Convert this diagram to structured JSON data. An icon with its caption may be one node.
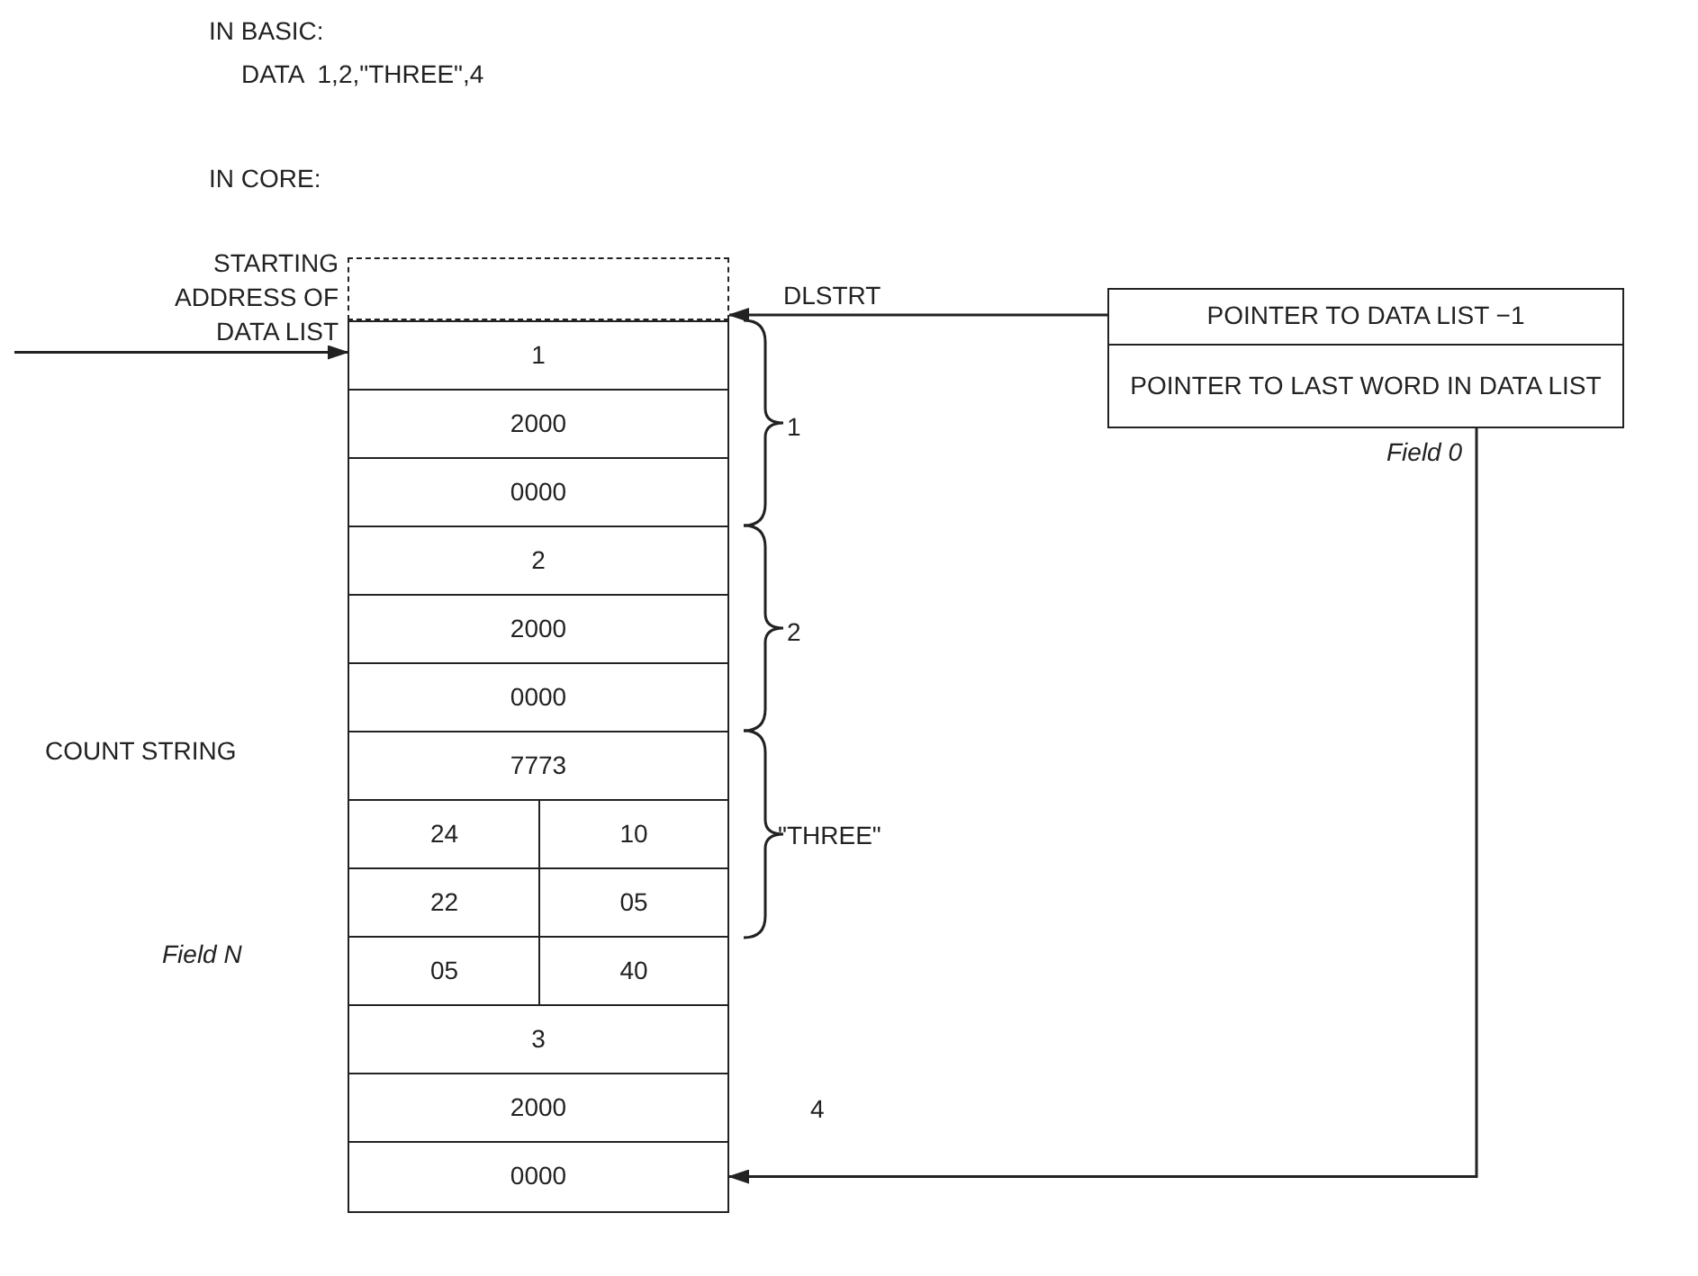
{
  "diagram": {
    "nodes": [
      {
        "text": [],
        "shape": "box"
      },
      {
        "text": [
          "POINTER TO DATA LIST −1"
        ]
      },
      {
        "text": [
          "POINTER TO LAST WORD IN DATA LIST"
        ],
        "beside": [
          "Field 0"
        ]
      },
      {
        "text": [
          "1"
        ]
      },
      {
        "text": [
          "2000"
        ]
      },
      {
        "text": [
          "0000"
        ]
      },
      {
        "text": [
          "2"
        ]
      },
      {
        "text": [
          "2000"
        ]
      },
      {
        "text": [
          "0000"
        ]
      },
      {
        "text": [
          "7773"
        ]
      },
      {
        "text": [
          "24"
        ]
      },
      {
        "text": [
          "10"
        ]
      },
      {
        "text": [
          "22"
        ]
      },
      {
        "text": [
          "05"
        ]
      },
      {
        "text": [
          "05"
        ]
      },
      {
        "text": [
          "40"
        ]
      },
      {
        "text": [
          "3"
        ]
      },
      {
        "text": [
          "2000"
        ]
      },
      {
        "text": [
          "0000"
        ]
      }
    ],
    "edges": [
      {
        "from": 1,
        "to": 0,
        "arrow": "to",
        "label": "DLSTRT"
      },
      {
        "from": 2,
        "to": 18,
        "arrow": "to"
      },
      {
        "from": null,
        "to": 3,
        "arrow": "to"
      }
    ],
    "labels": [
      "IN BASIC:",
      "DATA  1,2,\"THREE\",4",
      "IN CORE:",
      "STARTING ADDRESS OF DATA LIST",
      "1",
      "2",
      "COUNT STRING",
      "\"THREE\"",
      "Field N",
      "4"
    ]
  }
}
